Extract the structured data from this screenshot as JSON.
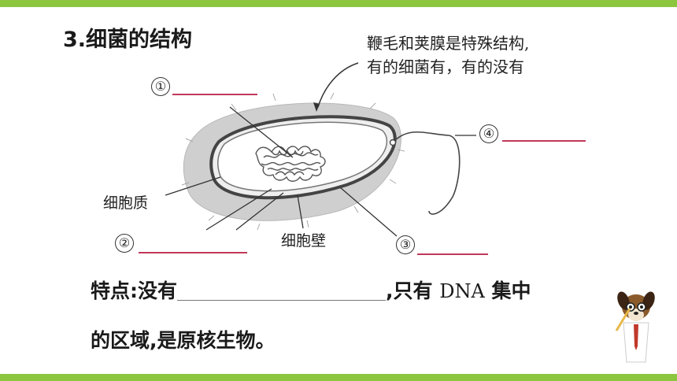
{
  "heading": "3.细菌的结构",
  "note": {
    "line1": "鞭毛和荚膜是特殊结构,",
    "line2": "有的细菌有，有的没有"
  },
  "labels": {
    "num1": "①",
    "num2": "②",
    "num3": "③",
    "num4": "④",
    "cytoplasm": "细胞质",
    "cell_wall": "细胞壁"
  },
  "feature": {
    "prefix": "特点:没有",
    "after_blank": ",只有",
    "dna": "DNA",
    "suffix": "集中",
    "line2": "的区域,是原核生物。"
  },
  "colors": {
    "accent_bar": "#8cc63f",
    "answer_line": "#c0395a"
  }
}
